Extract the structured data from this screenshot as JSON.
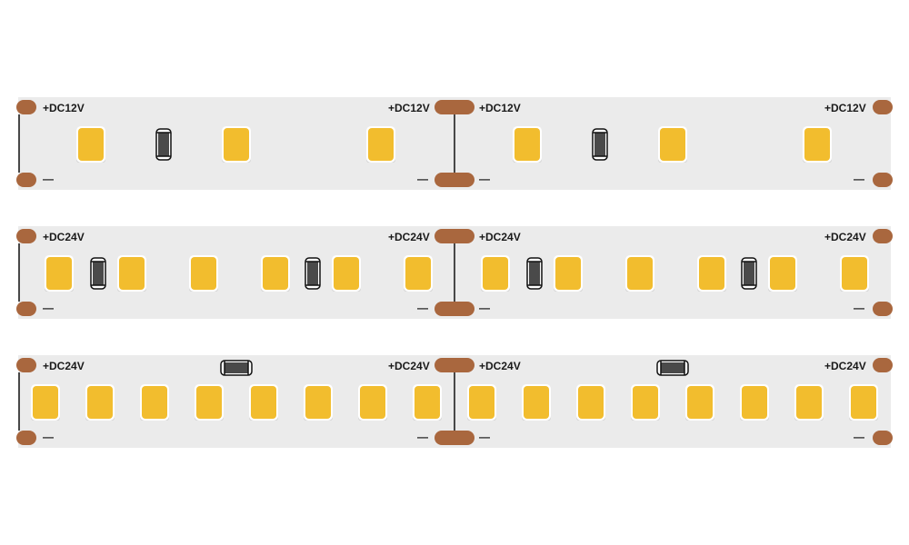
{
  "colors": {
    "strip": "#ebebeb",
    "pad": "#a9673e",
    "led": "#f2bd2e",
    "led_outline": "#ffffff",
    "led_shadow": "#cfcfcf",
    "resistor": "#4a4a4a",
    "resistor_cap": "#ffffff",
    "cut_line": "#111111",
    "text": "#1a1a1a"
  },
  "strips": [
    {
      "id": "12v",
      "voltage_label": "+DC12V",
      "ground_label": "—",
      "segments": [
        {
          "components": [
            "led",
            "resistor-vertical",
            "led",
            "led"
          ]
        },
        {
          "components": [
            "led",
            "resistor-vertical",
            "led",
            "led"
          ]
        }
      ]
    },
    {
      "id": "24v-a",
      "voltage_label": "+DC24V",
      "ground_label": "—",
      "segments": [
        {
          "components": [
            "led",
            "resistor-vertical",
            "led",
            "led",
            "led",
            "resistor-vertical",
            "led",
            "led"
          ]
        },
        {
          "components": [
            "led",
            "resistor-vertical",
            "led",
            "led",
            "led",
            "resistor-vertical",
            "led",
            "led"
          ]
        }
      ]
    },
    {
      "id": "24v-b",
      "voltage_label": "+DC24V",
      "ground_label": "—",
      "segments": [
        {
          "components": [
            "resistor-horizontal",
            "led",
            "led",
            "led",
            "led",
            "led",
            "led",
            "led",
            "led"
          ]
        },
        {
          "components": [
            "resistor-horizontal",
            "led",
            "led",
            "led",
            "led",
            "led",
            "led",
            "led",
            "led"
          ]
        }
      ]
    }
  ]
}
